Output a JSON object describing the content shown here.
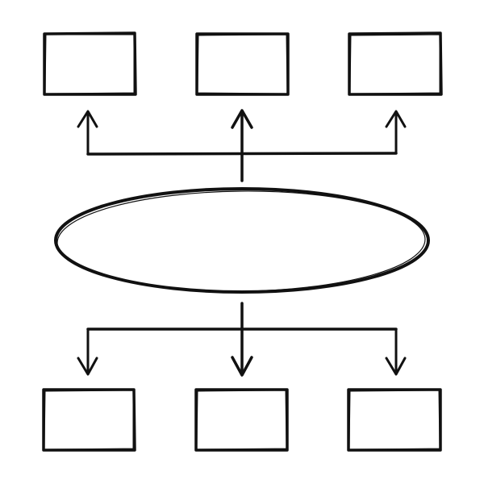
{
  "diagram": {
    "style": "hand-drawn flowchart template",
    "stroke_color": "#111111",
    "background_color": "#ffffff",
    "center_node": {
      "shape": "ellipse",
      "text": ""
    },
    "top_row": {
      "boxes": [
        {
          "id": "top-left",
          "text": ""
        },
        {
          "id": "top-center",
          "text": ""
        },
        {
          "id": "top-right",
          "text": ""
        }
      ],
      "arrow_direction": "up"
    },
    "bottom_row": {
      "boxes": [
        {
          "id": "bottom-left",
          "text": ""
        },
        {
          "id": "bottom-center",
          "text": ""
        },
        {
          "id": "bottom-right",
          "text": ""
        }
      ],
      "arrow_direction": "down"
    }
  }
}
